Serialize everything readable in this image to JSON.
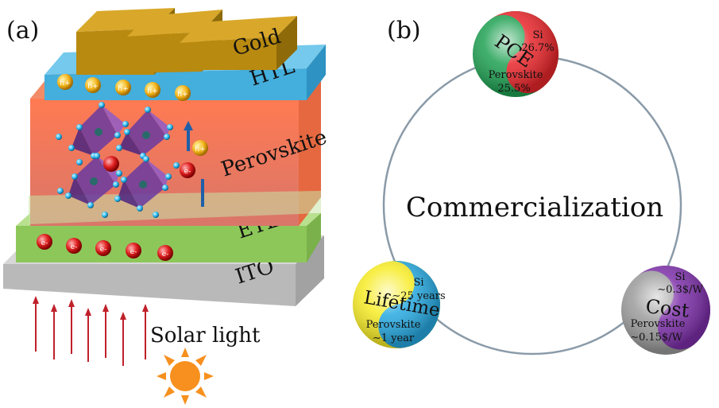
{
  "panel_a": {
    "tag": "(a)",
    "layers": {
      "gold": "Gold",
      "htl": "HTL",
      "perovskite": "Perovskite",
      "etl": "ETL",
      "ito": "ITO"
    },
    "hole_label": "h+",
    "electron_label": "e-",
    "light_label": "Solar light"
  },
  "panel_b": {
    "tag": "(b)",
    "center_label": "Commercialization",
    "pce": {
      "title": "PCE",
      "si_name": "Si",
      "si_value": "26.7%",
      "pv_name": "Perovskite",
      "pv_value": "25.5%"
    },
    "lifetime": {
      "title": "Lifetime",
      "si_name": "Si",
      "si_value": "∼25 years",
      "pv_name": "Perovskite",
      "pv_value": "∼1 year"
    },
    "cost": {
      "title": "Cost",
      "si_name": "Si",
      "si_value": "∼0.3$/W",
      "pv_name": "Perovskite",
      "pv_value": "∼0.15$/W"
    }
  },
  "colors": {
    "gold": "#c8960a",
    "htl": "#47b3df",
    "perovskite": "#f07a55",
    "etl": "#8fca5c",
    "ito": "#bdbdbd",
    "arrow": "#c0202a",
    "sun": "#f7901e",
    "pce_si": "#e8262b",
    "pce_pv": "#20a153",
    "life_si": "#27a9e1",
    "life_pv": "#f7ec27",
    "cost_si": "#7c2fa8",
    "cost_pv": "#9b9b9b"
  }
}
